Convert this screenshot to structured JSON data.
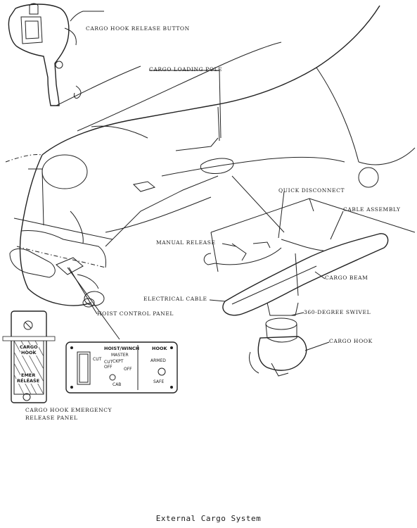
{
  "figure": {
    "caption": "External Cargo System"
  },
  "callouts": {
    "cargo_hook_release_button": "CARGO HOOK RELEASE BUTTON",
    "cargo_loading_pole": "CARGO LOADING POLE",
    "quick_disconnect": "QUICK DISCONNECT",
    "cable_assembly": "CABLE ASSEMBLY",
    "manual_release": "MANUAL RELEASE",
    "cargo_beam": "CARGO BEAM",
    "electrical_cable": "ELECTRICAL CABLE",
    "swivel": "360-DEGREE SWIVEL",
    "hoist_control_panel": "HOIST CONTROL PANEL",
    "cargo_hook": "CARGO HOOK",
    "emergency_release_panel_line1": "CARGO HOOK EMERGENCY",
    "emergency_release_panel_line2": "RELEASE PANEL"
  },
  "emergency_panel": {
    "top_label": "CARGO",
    "top_label2": "HOOK",
    "bottom_label": "EMER",
    "bottom_label2": "RELEASE"
  },
  "hoist_panel": {
    "hoist_winch": "HOIST/WINCH",
    "master": "MASTER",
    "ckpt": "CKPT",
    "off": "OFF",
    "cab": "CAB",
    "cut": "CUT",
    "cut_off": "CUT",
    "cut_off2": "OFF",
    "hook": "HOOK",
    "armed": "ARMED",
    "safe": "SAFE"
  }
}
